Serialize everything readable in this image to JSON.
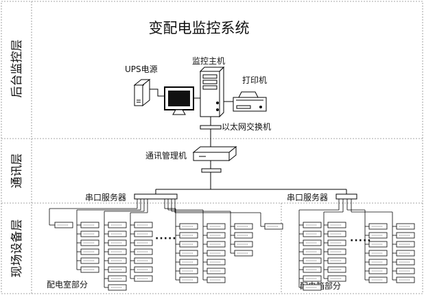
{
  "title": "变配电监控系统",
  "layers": {
    "backend": "后台监控层",
    "comm": "通讯层",
    "field": "现场设备层"
  },
  "nodes": {
    "ups": "UPS电源",
    "host": "监控主机",
    "printer": "打印机",
    "switch": "以太网交换机",
    "comm_manager": "通讯管理机",
    "serial_left": "串口服务器",
    "serial_right": "串口服务器"
  },
  "sections": {
    "substation": "配电室部分",
    "distribution_box": "配电箱部分"
  },
  "ellipsis_left": "·····",
  "ellipsis_right": "·····",
  "colors": {
    "line": "#000000",
    "divider": "#888888",
    "device_fill": "#ffffff",
    "screen": "#111111"
  }
}
